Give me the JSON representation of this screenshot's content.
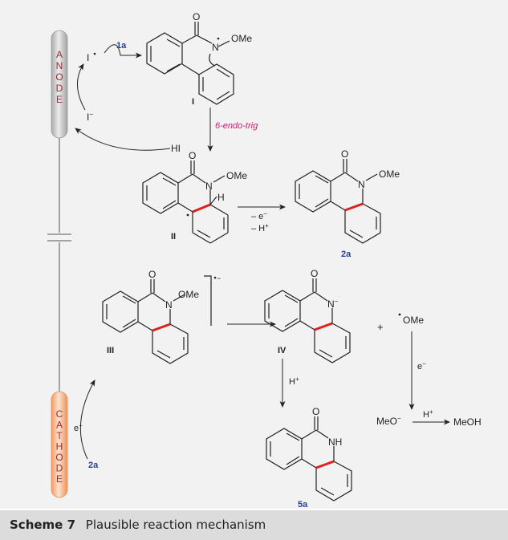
{
  "diagram": {
    "electrodes": {
      "anode": {
        "letters": [
          "A",
          "N",
          "O",
          "D",
          "E"
        ]
      },
      "cathode": {
        "letters": [
          "C",
          "A",
          "T",
          "H",
          "O",
          "D",
          "E"
        ]
      }
    },
    "species": {
      "iodine_radical": "I",
      "iodide": "I",
      "hi": "HI",
      "methoxy": "OMe",
      "methoxide": "MeO",
      "methanol": "MeOH",
      "nh": "NH",
      "n_atom": "N",
      "o_atom": "O",
      "h_atom": "H",
      "proton": "H",
      "electron": "e",
      "plus_sign": "+"
    },
    "labels": {
      "I": "I",
      "II": "II",
      "III": "III",
      "IV": "IV",
      "1a": "1a",
      "2a": "2a",
      "5a": "5a"
    },
    "conditions": {
      "cyclization": "6-endo-trig",
      "oxidation_electron": "– e",
      "oxidation_proton": "– H"
    },
    "colors": {
      "compound_label_blue": "#2b3f8f",
      "condition_pink": "#d6176e",
      "new_bond_red": "#e0201b",
      "electrode_text": "#a12a3a",
      "anode_fill": "#c9c9c9",
      "cathode_fill": "#f7b98d"
    }
  },
  "caption": {
    "number": "Scheme 7",
    "text": "Plausible reaction mechanism"
  }
}
